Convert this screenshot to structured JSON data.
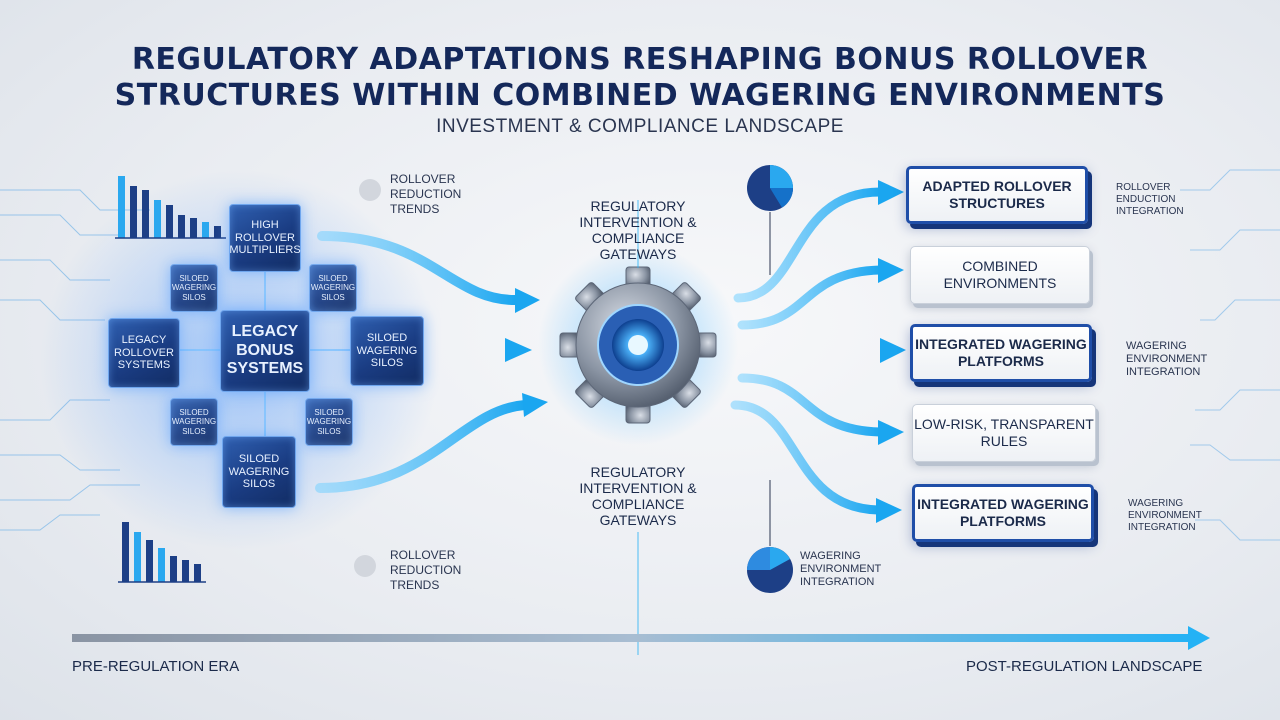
{
  "title": {
    "line1": "Regulatory Adaptations Reshaping Bonus Rollover",
    "line2": "Structures Within Combined Wagering Environments"
  },
  "subtitle": "Investment & Compliance Landscape",
  "left_cluster": {
    "top": "High Rollover Multipliers",
    "center": "Legacy Bonus Systems",
    "left": "Legacy Rollover Systems",
    "right": "Siloed Wagering Silos",
    "bottom": "Siloed Wagering Silos",
    "small_top_left": "Siloed Wagering Silos",
    "small_top_right": "Siloed Wagering Silos",
    "small_bottom_left": "Siloed Wagering Silos",
    "small_bottom_right": "Siloed Wagering Silos"
  },
  "left_notes": {
    "top": "Rollover Reduction Trends",
    "bottom": "Rollover Reduction Trends"
  },
  "center": {
    "label_top": "Regulatory Intervention & Compliance Gateways",
    "label_bottom": "Regulatory Intervention & Compliance Gateways",
    "gear_icon": "gear-icon"
  },
  "right_boxes": [
    {
      "label": "Adapted Rollover Structures",
      "style": "strong"
    },
    {
      "label": "Combined Environments",
      "style": "plain"
    },
    {
      "label": "Integrated Wagering Platforms",
      "style": "strong"
    },
    {
      "label": "Low-Risk, Transparent Rules",
      "style": "plain"
    },
    {
      "label": "Integrated Wagering Platforms",
      "style": "strong"
    }
  ],
  "right_notes": {
    "n1": "Rollover Enduction Integration",
    "n2": "Wagering Environment Integration",
    "n3": "Wagering Environment Integration"
  },
  "pie_note": "Wagering Environment Integration",
  "timeline": {
    "start": "Pre-Regulation Era",
    "end": "Post-Regulation Landscape"
  },
  "colors": {
    "navy": "#14285a",
    "accent_blue": "#2fb4f5",
    "cube_blue": "#1a3c82"
  }
}
